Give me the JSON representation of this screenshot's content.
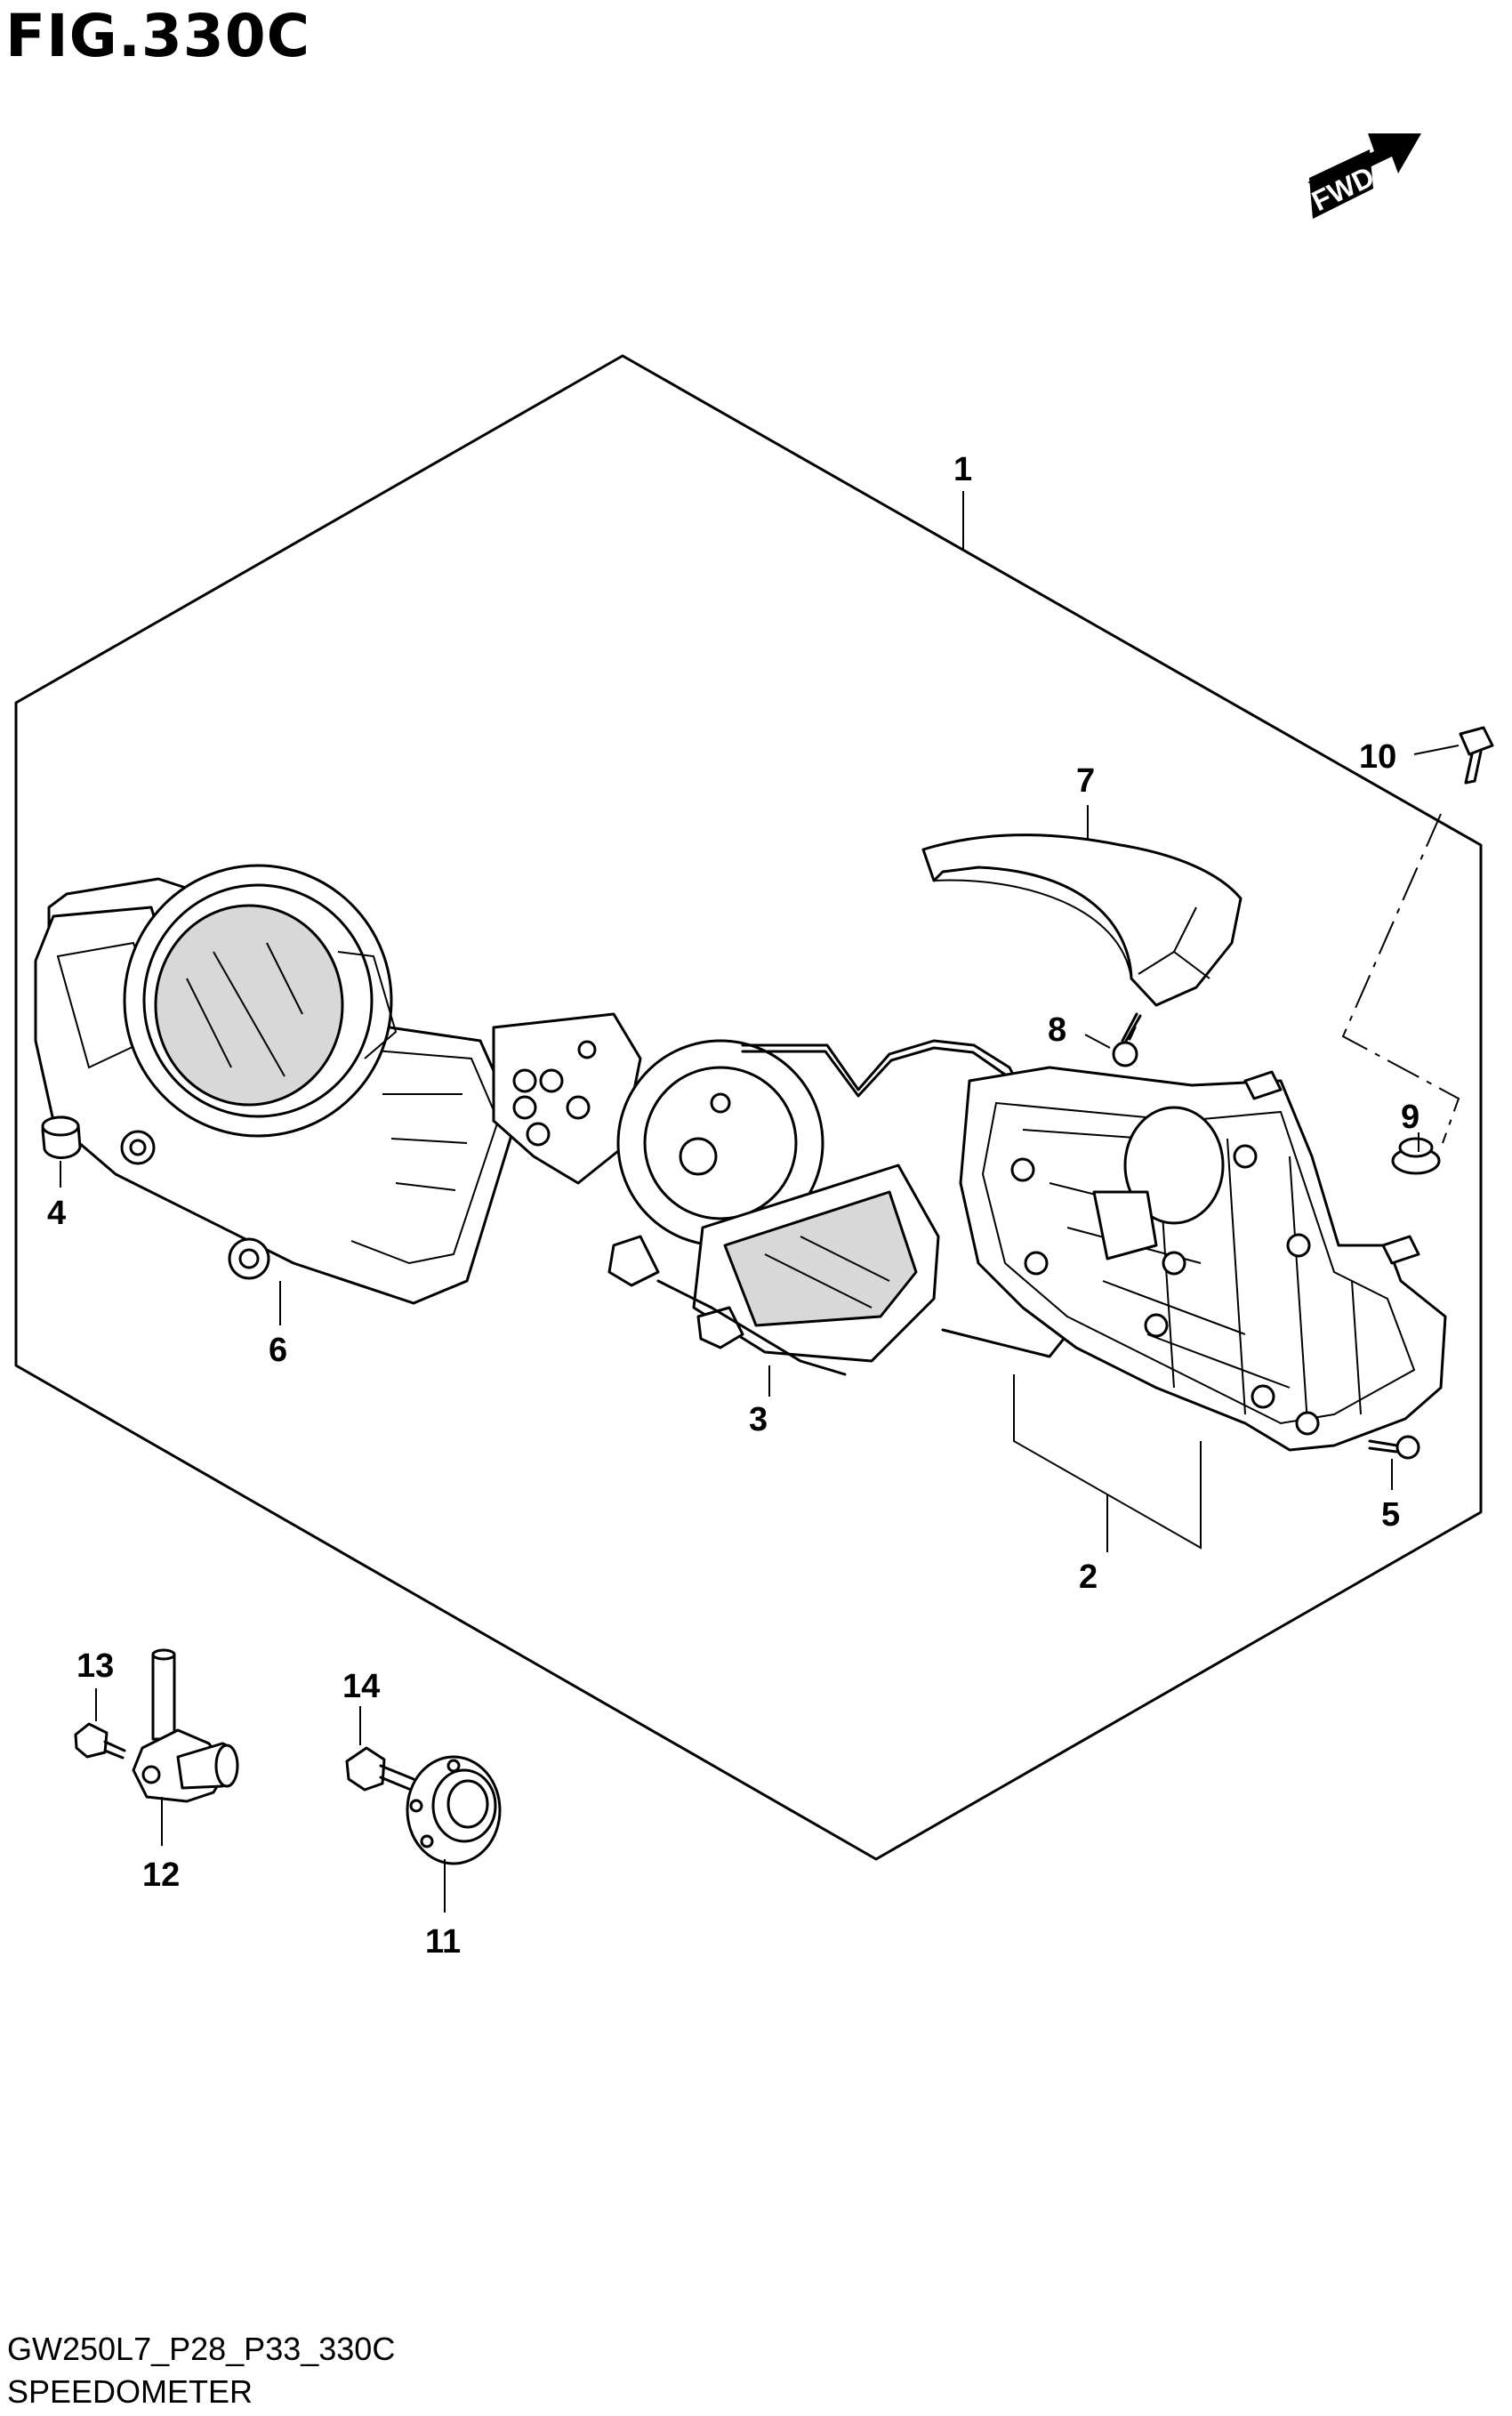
{
  "header": {
    "figure_title": "FIG.330C"
  },
  "direction_badge": {
    "label": "FWD",
    "icon": "forward-arrow-icon"
  },
  "footer": {
    "code": "GW250L7_P28_P33_330C",
    "name": "SPEEDOMETER"
  },
  "callouts": [
    {
      "id": "1",
      "part": "speedometer assembly"
    },
    {
      "id": "2",
      "part": "case"
    },
    {
      "id": "3",
      "part": "meter unit"
    },
    {
      "id": "4",
      "part": "cushion"
    },
    {
      "id": "5",
      "part": "screw"
    },
    {
      "id": "6",
      "part": "cover"
    },
    {
      "id": "7",
      "part": "visor"
    },
    {
      "id": "8",
      "part": "screw"
    },
    {
      "id": "9",
      "part": "grommet"
    },
    {
      "id": "10",
      "part": "bolt"
    },
    {
      "id": "11",
      "part": "rotor"
    },
    {
      "id": "12",
      "part": "speed sensor"
    },
    {
      "id": "13",
      "part": "bolt"
    },
    {
      "id": "14",
      "part": "bolt"
    }
  ]
}
